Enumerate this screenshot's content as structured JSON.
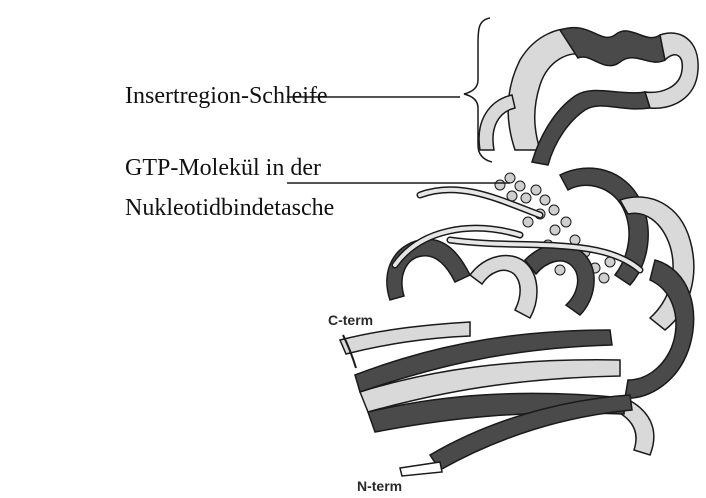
{
  "labels": {
    "insert_region": "Insertregion-Schleife",
    "gtp_line1": "GTP-Molekül in der",
    "gtp_line2": "Nukleotidbindetasche",
    "c_term": "C-term",
    "n_term": "N-term"
  },
  "colors": {
    "ribbon_dark": "#4a4a4a",
    "ribbon_light": "#d9d9d9",
    "outline": "#1a1a1a",
    "text": "#111111"
  },
  "icons": {
    "structure": "protein-ribbon-structure",
    "ligand": "ball-and-stick-gtp"
  }
}
